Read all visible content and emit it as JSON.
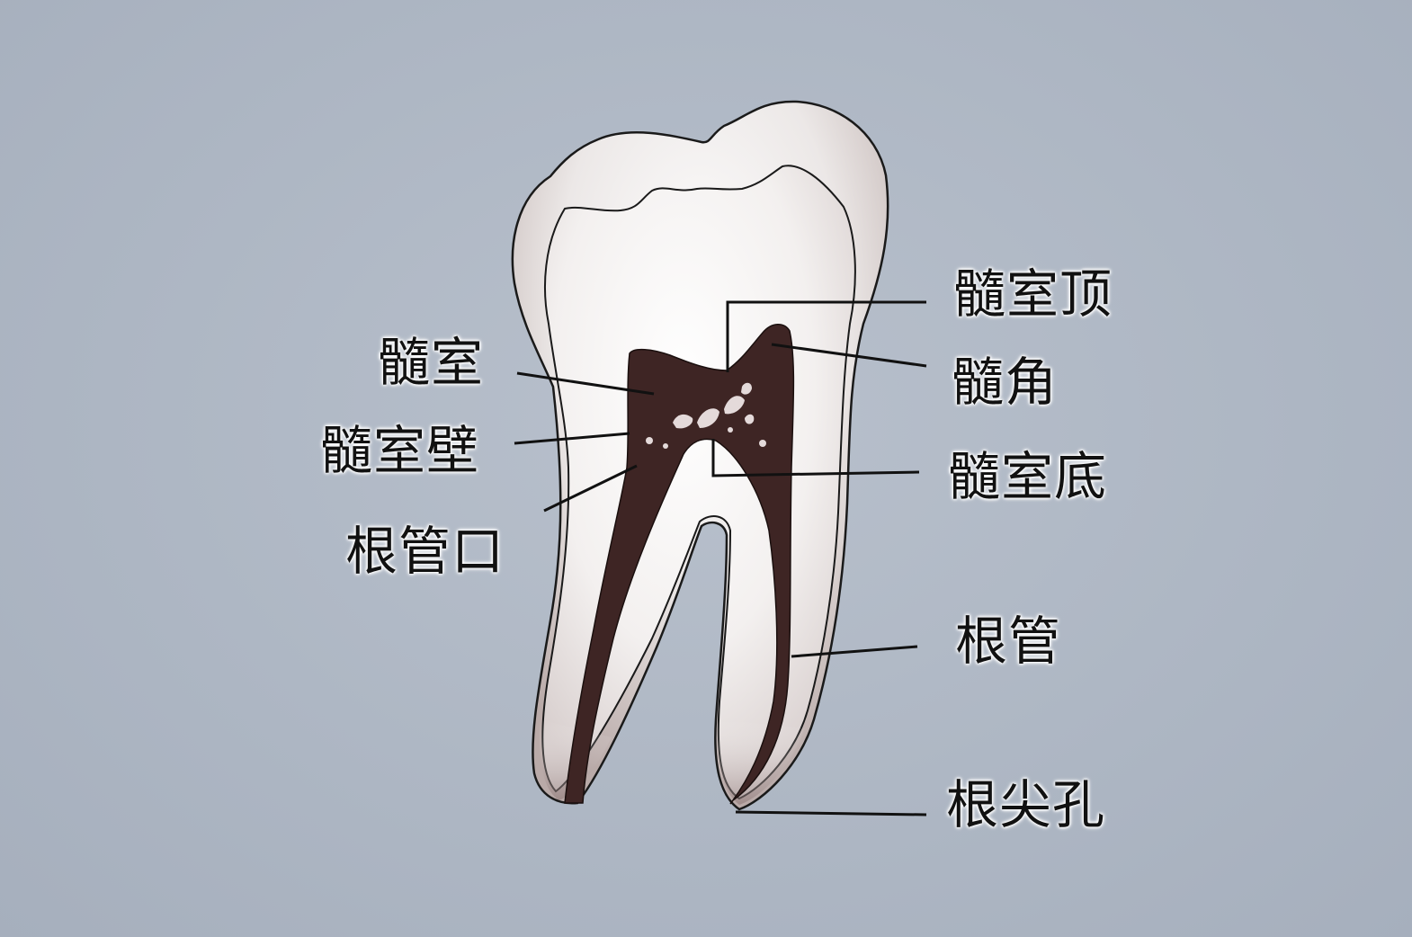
{
  "labels": {
    "pulp_chamber": "髓室",
    "pulp_chamber_wall": "髓室壁",
    "canal_orifice": "根管口",
    "pulp_chamber_roof": "髓室顶",
    "pulp_horn": "髓角",
    "pulp_chamber_floor": "髓室底",
    "root_canal": "根管",
    "apical_foramen": "根尖孔"
  },
  "colors": {
    "background": "#aeb7c5",
    "enamel": "#efeceb",
    "dentin": "#f6f3f2",
    "pulp": "#3e2524",
    "leader_line": "#111111"
  }
}
